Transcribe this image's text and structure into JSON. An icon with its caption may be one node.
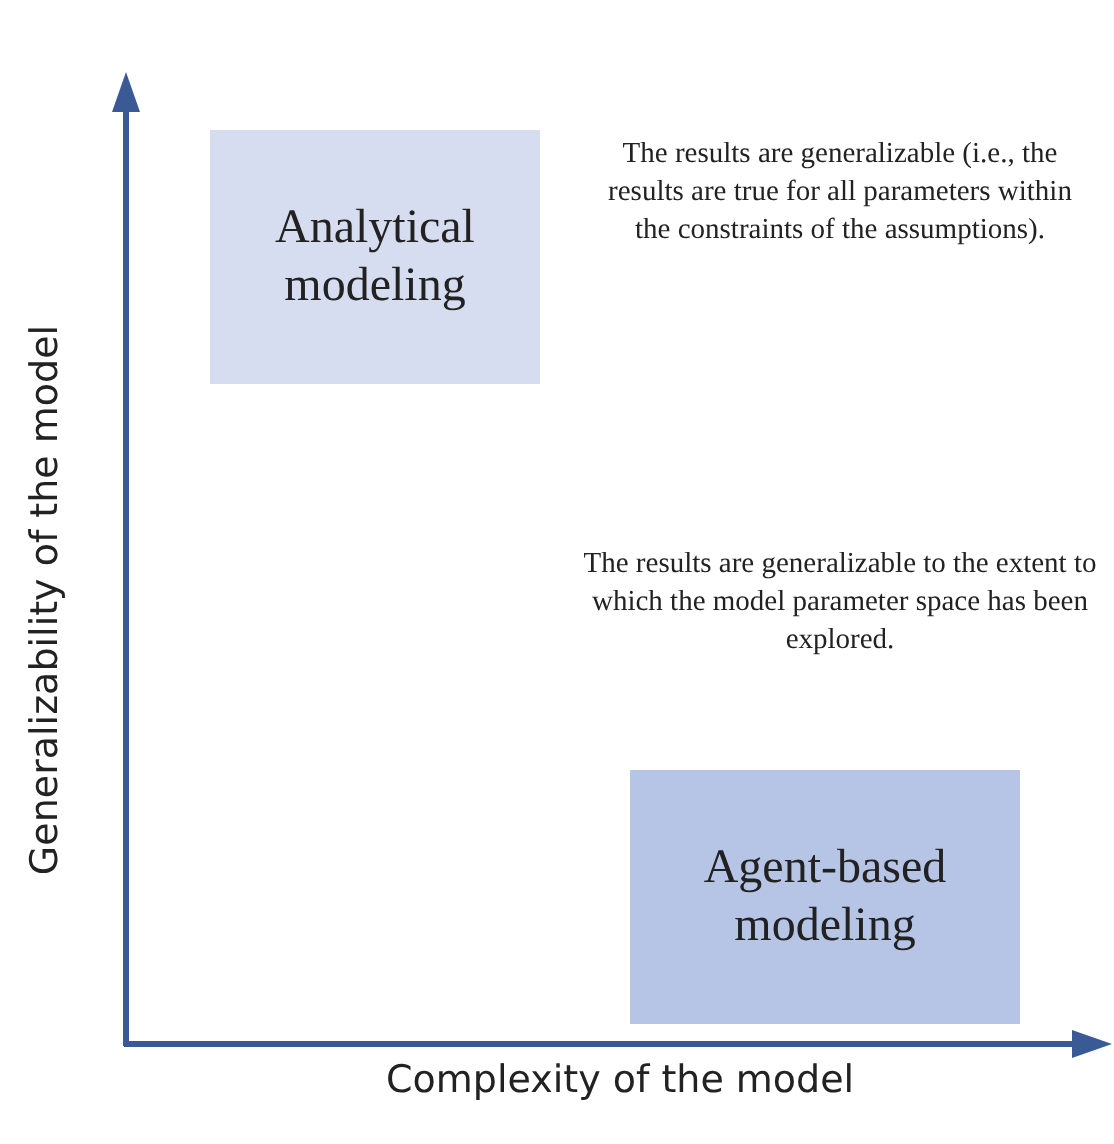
{
  "diagram": {
    "nodes": [
      {
        "text": [
          "Analytical modeling"
        ],
        "beside": [
          "The results are generalizable (i.e., the results are true for all parameters within the constraints of the assumptions)."
        ]
      },
      {
        "text": [
          "Agent-based modeling"
        ],
        "beside": [
          "The results are generalizable to the extent to which the model parameter space has been explored."
        ]
      }
    ],
    "labels": [
      "Generalizability of the model",
      "Complexity of the model"
    ]
  }
}
